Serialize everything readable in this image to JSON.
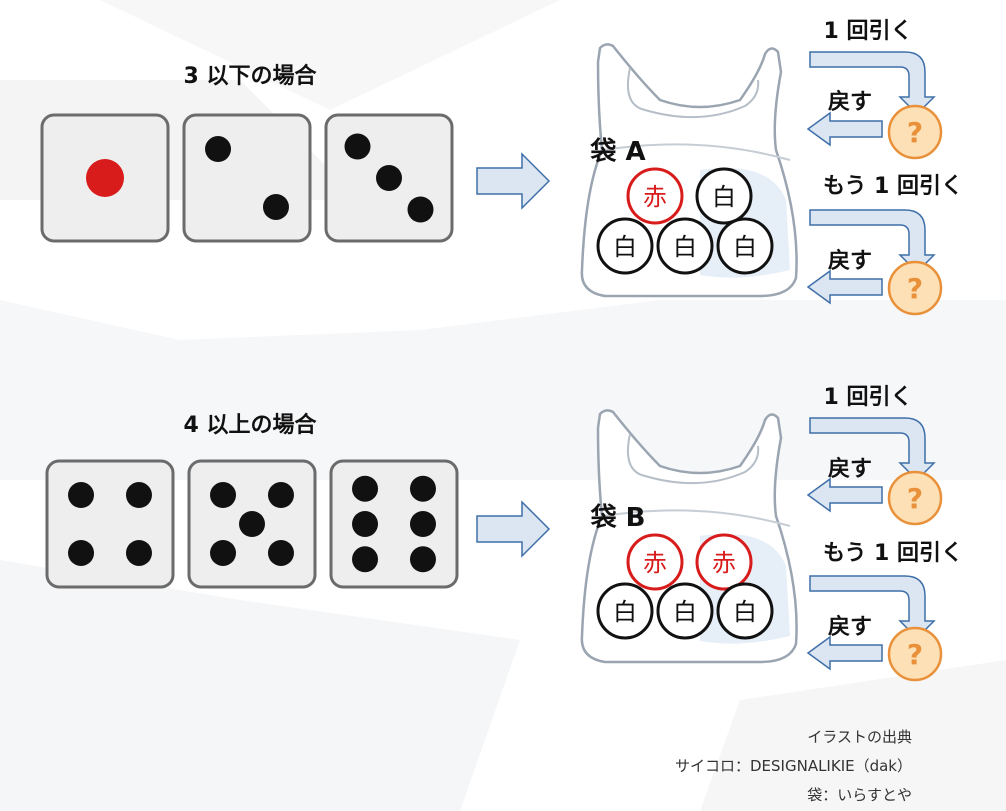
{
  "colors": {
    "die_border": "#6b6b6b",
    "die_face": "#eeeeee",
    "pip": "#111111",
    "pip_red": "#d81b1b",
    "arrow_fill": "#dce6f2",
    "arrow_stroke": "#3f6fa8",
    "ball_red": "#d81b1b",
    "unknown_ball": "#fde0b5",
    "unknown_ball_stroke": "#e8913a"
  },
  "sections": [
    {
      "title": "3 以下の場合",
      "dice": [
        1,
        2,
        3
      ],
      "bag": {
        "label": "袋 A",
        "top_balls": [
          {
            "label": "赤",
            "color": "red"
          },
          {
            "label": "白",
            "color": "white"
          }
        ],
        "bottom_balls": [
          {
            "label": "白",
            "color": "white"
          },
          {
            "label": "白",
            "color": "white"
          },
          {
            "label": "白",
            "color": "white"
          }
        ]
      },
      "steps": {
        "draw1": "1 回引く",
        "return1": "戻す",
        "draw2": "もう 1 回引く",
        "return2": "戻す",
        "unknown": "?"
      }
    },
    {
      "title": "4 以上の場合",
      "dice": [
        4,
        5,
        6
      ],
      "bag": {
        "label": "袋 B",
        "top_balls": [
          {
            "label": "赤",
            "color": "red"
          },
          {
            "label": "赤",
            "color": "red"
          }
        ],
        "bottom_balls": [
          {
            "label": "白",
            "color": "white"
          },
          {
            "label": "白",
            "color": "white"
          },
          {
            "label": "白",
            "color": "white"
          }
        ]
      },
      "steps": {
        "draw1": "1 回引く",
        "return1": "戻す",
        "draw2": "もう 1 回引く",
        "return2": "戻す",
        "unknown": "?"
      }
    }
  ],
  "credits": {
    "heading": "イラストの出典",
    "dice": "サイコロ：DESIGNALIKIE（dak）",
    "bag": "袋：いらすとや"
  }
}
